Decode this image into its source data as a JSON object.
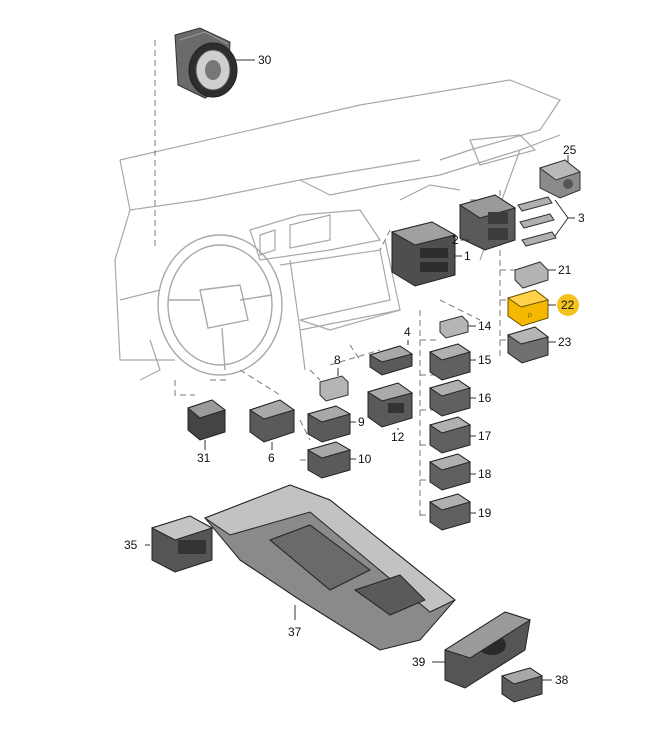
{
  "diagram": {
    "colors": {
      "line": "#4a4a4a",
      "dash": "#7a7a7a",
      "part_dark": "#4f4f4f",
      "part_mid": "#8c8c8c",
      "part_light": "#c9c9c9",
      "dash_outline": "#a8a8a8",
      "highlight_fill": "#f5b800",
      "highlight_badge": "#f4c21e"
    },
    "callouts": [
      {
        "id": "c30",
        "label": "30"
      },
      {
        "id": "c25",
        "label": "25"
      },
      {
        "id": "c3",
        "label": "3"
      },
      {
        "id": "c2",
        "label": "2"
      },
      {
        "id": "c1",
        "label": "1"
      },
      {
        "id": "c21",
        "label": "21"
      },
      {
        "id": "c22",
        "label": "22",
        "highlight": true
      },
      {
        "id": "c23",
        "label": "23"
      },
      {
        "id": "c14",
        "label": "14"
      },
      {
        "id": "c4",
        "label": "4"
      },
      {
        "id": "c15",
        "label": "15"
      },
      {
        "id": "c8",
        "label": "8"
      },
      {
        "id": "c16",
        "label": "16"
      },
      {
        "id": "c12",
        "label": "12"
      },
      {
        "id": "c9",
        "label": "9"
      },
      {
        "id": "c17",
        "label": "17"
      },
      {
        "id": "c10",
        "label": "10"
      },
      {
        "id": "c18",
        "label": "18"
      },
      {
        "id": "c19",
        "label": "19"
      },
      {
        "id": "c31",
        "label": "31"
      },
      {
        "id": "c6",
        "label": "6"
      },
      {
        "id": "c35",
        "label": "35"
      },
      {
        "id": "c37",
        "label": "37"
      },
      {
        "id": "c39",
        "label": "39"
      },
      {
        "id": "c38",
        "label": "38"
      }
    ]
  }
}
